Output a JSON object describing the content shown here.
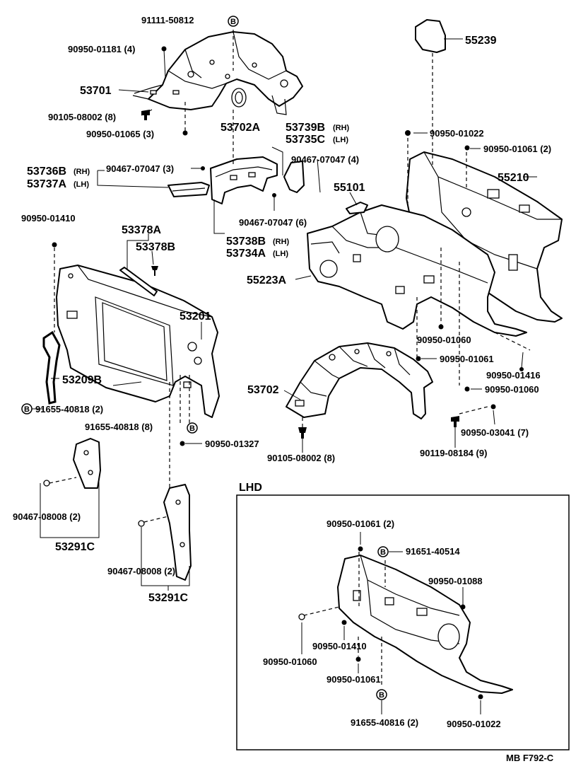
{
  "labels": {
    "p91111": "91111-50812",
    "p90950_01181": "90950-01181 (4)",
    "p53701": "53701",
    "p90105_08002a": "90105-08002 (8)",
    "p90950_01065": "90950-01065 (3)",
    "p53702A": "53702A",
    "p53739B": "53739B",
    "p53735C": "53735C",
    "rh": "(RH)",
    "lh": "(LH)",
    "p90467_07047_4": "90467-07047 (4)",
    "p53736B": "53736B",
    "p53737A": "53737A",
    "p90467_07047_3": "90467-07047 (3)",
    "p90467_07047_6": "90467-07047 (6)",
    "p53738B": "53738B",
    "p53734A": "53734A",
    "p55239": "55239",
    "p90950_01022a": "90950-01022",
    "p90950_01061_2a": "90950-01061 (2)",
    "p55210": "55210",
    "p55101": "55101",
    "p55223A": "55223A",
    "p90950_01410a": "90950-01410",
    "p53378A": "53378A",
    "p53378B": "53378B",
    "p53201": "53201",
    "p53209B": "53209B",
    "p91655_40818_2": "91655-40818 (2)",
    "p91655_40818_8": "91655-40818 (8)",
    "p90950_01327": "90950-01327",
    "p90950_01060a": "90950-01060",
    "p90950_01061a": "90950-01061",
    "p90950_01416": "90950-01416",
    "p90950_01060b": "90950-01060",
    "p53702": "53702",
    "p90950_03041": "90950-03041 (7)",
    "p90119_08184": "90119-08184 (9)",
    "p90105_08002b": "90105-08002 (8)",
    "p90467_08008a": "90467-08008 (2)",
    "p53291Ca": "53291C",
    "p90467_08008b": "90467-08008 (2)",
    "p53291Cb": "53291C",
    "lhd": "LHD",
    "p90950_01061_2b": "90950-01061 (2)",
    "p91651_40514": "91651-40514",
    "p90950_01088": "90950-01088",
    "p90950_01410b": "90950-01410",
    "p90950_01060c": "90950-01060",
    "p90950_01061b": "90950-01061",
    "p91655_40816": "91655-40816 (2)",
    "p90950_01022b": "90950-01022",
    "marker": "B",
    "footer": "MB  F792-C"
  }
}
